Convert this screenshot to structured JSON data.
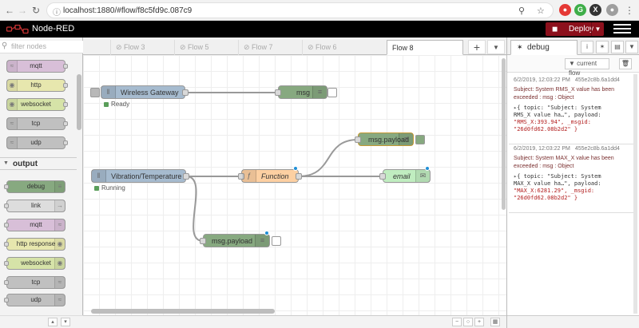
{
  "browser": {
    "url": "localhost:1880/#flow/f8c5fd9c.087c9",
    "ext_g": "G",
    "ext_x": "X"
  },
  "app": {
    "title": "Node-RED",
    "deploy_label": "Deploy"
  },
  "palette": {
    "filter_placeholder": "filter nodes",
    "input_nodes": [
      "mqtt",
      "http",
      "websocket",
      "tcp",
      "udp"
    ],
    "output_category": "output",
    "output_nodes": [
      "debug",
      "link",
      "mqtt",
      "http response",
      "websocket",
      "tcp",
      "udp"
    ]
  },
  "tabs": [
    "Flow 3",
    "Flow 5",
    "Flow 7",
    "Flow 6",
    "Flow 8"
  ],
  "flow": {
    "nodes": {
      "wireless_gateway": "Wireless Gateway",
      "wireless_status": "Ready",
      "msg": "msg",
      "vibration": "Vibration/Temperature",
      "vibration_status": "Running",
      "function": "Function",
      "msg_payload_1": "msg.payload",
      "email": "email",
      "msg_payload_2": "msg.payload"
    }
  },
  "sidebar": {
    "tab_label": "debug",
    "current_flow": "current flow",
    "messages": [
      {
        "time": "6/2/2019, 12:03:22 PM",
        "node": "455e2c8b.6a1dd4",
        "topic": "Subject: System RMS_X value has been exceeded : msg : Object",
        "line1": "{ topic: \"Subject: System",
        "line2": "RMS_X value ha…\", payload:",
        "line3": "\"RMS_X:393.94\", _msgid:",
        "line4": "\"26d0fd62.08b2d2\" }"
      },
      {
        "time": "6/2/2019, 12:03:22 PM",
        "node": "455e2c8b.6a1dd4",
        "topic": "Subject: System MAX_X value has been exceeded : msg : Object",
        "line1": "{ topic: \"Subject: System",
        "line2": "MAX_X value ha…\", payload:",
        "line3": "\"MAX_X:6281.29\", _msgid:",
        "line4": "\"26d0fd62.08b2d2\" }"
      }
    ]
  },
  "colors": {
    "header": "#000000",
    "deploy": "#8c101c",
    "mqtt_node": "#d8bfd8",
    "http_node": "#e7e7ae",
    "debug_node": "#87a980",
    "function_node": "#fdd0a2",
    "email_node": "#c0edc0",
    "inject_node": "#a6bbcf"
  }
}
